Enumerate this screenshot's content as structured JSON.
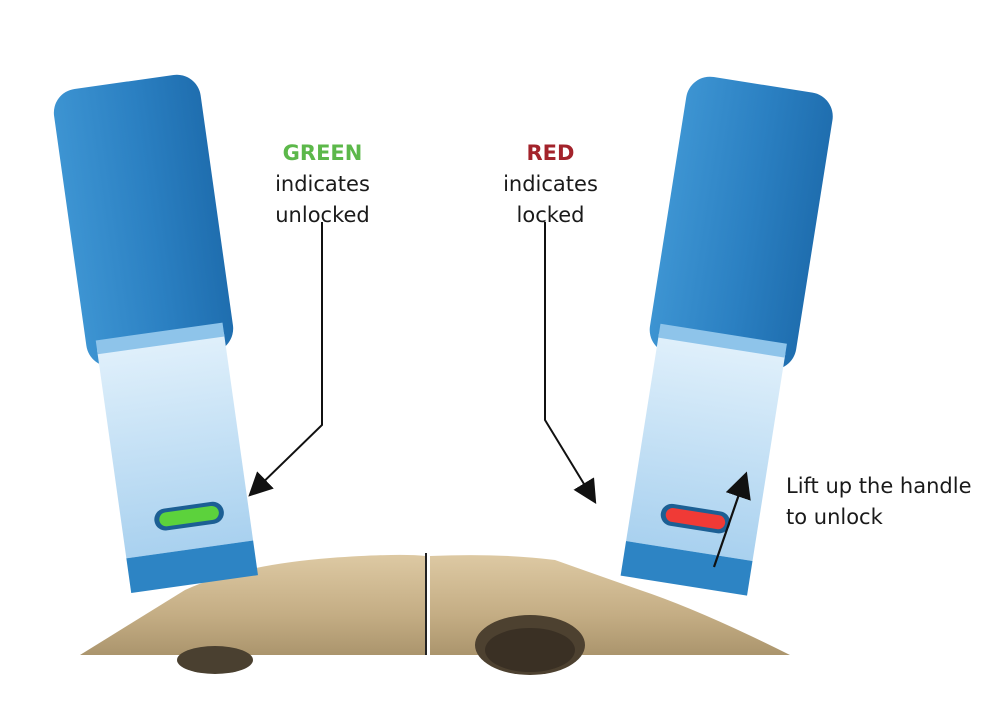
{
  "labels": {
    "green": {
      "keyword": "GREEN",
      "line1": "indicates",
      "line2": "unlocked"
    },
    "red": {
      "keyword": "RED",
      "line1": "indicates",
      "line2": "locked"
    },
    "lift": {
      "line1": "Lift up the handle",
      "line2": "to unlock"
    }
  },
  "colors": {
    "green_text": "#5cb84a",
    "red_text": "#a3232b",
    "handle_blue": "#2f86c6",
    "handle_pale": "#cfe6f8",
    "base_tan": "#cbb48c",
    "indicator_green": "#5cd23c",
    "indicator_red": "#f03a36",
    "arrow": "#111111"
  },
  "icons": {
    "handle": "lever-handle-icon",
    "indicator": "lock-indicator-icon",
    "arrow": "pointer-arrow-icon"
  }
}
